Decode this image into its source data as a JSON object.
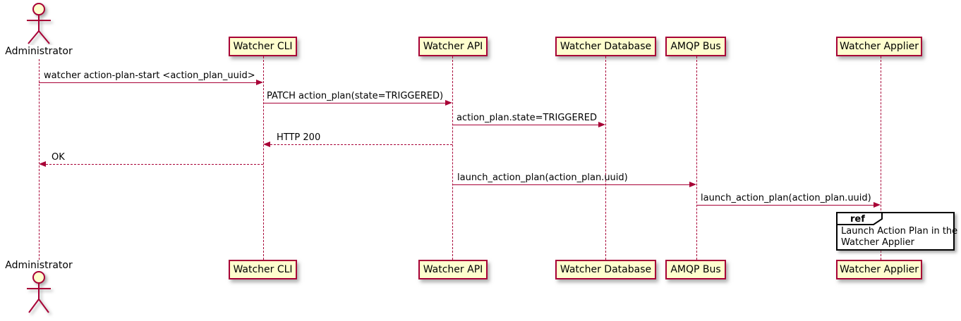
{
  "diagram": {
    "type": "uml-sequence",
    "colors": {
      "participant_fill": "#FEFECE",
      "participant_border": "#A80036",
      "line": "#A80036",
      "text": "#000000",
      "ref_border": "#000000",
      "ref_fill": "#FFFFFF"
    },
    "actor": {
      "label": "Administrator"
    },
    "participants": [
      {
        "label": "Watcher CLI"
      },
      {
        "label": "Watcher API"
      },
      {
        "label": "Watcher Database"
      },
      {
        "label": "AMQP Bus"
      },
      {
        "label": "Watcher Applier"
      }
    ],
    "messages": [
      {
        "from": "Administrator",
        "to": "Watcher CLI",
        "style": "solid",
        "text": "watcher action-plan-start <action_plan_uuid>"
      },
      {
        "from": "Watcher CLI",
        "to": "Watcher API",
        "style": "solid",
        "text": "PATCH action_plan(state=TRIGGERED)"
      },
      {
        "from": "Watcher API",
        "to": "Watcher Database",
        "style": "solid",
        "text": "action_plan.state=TRIGGERED"
      },
      {
        "from": "Watcher API",
        "to": "Watcher CLI",
        "style": "dashed",
        "text": "HTTP 200"
      },
      {
        "from": "Watcher CLI",
        "to": "Administrator",
        "style": "dashed",
        "text": "OK"
      },
      {
        "from": "Watcher API",
        "to": "AMQP Bus",
        "style": "solid",
        "text": "launch_action_plan(action_plan.uuid)"
      },
      {
        "from": "AMQP Bus",
        "to": "Watcher Applier",
        "style": "solid",
        "text": "launch_action_plan(action_plan.uuid)"
      }
    ],
    "ref": {
      "keyword": "ref",
      "line1": "Launch Action Plan in the",
      "line2": "Watcher Applier"
    }
  }
}
